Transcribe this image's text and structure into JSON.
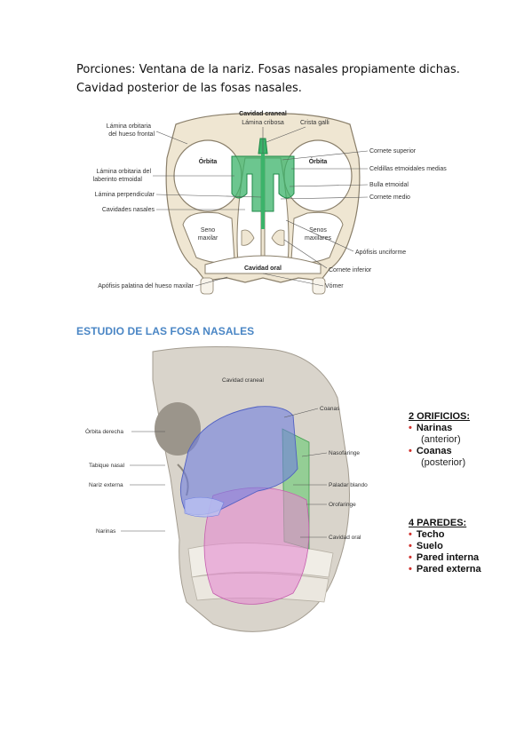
{
  "intro": {
    "text": "Porciones: Ventana de la nariz. Fosas nasales propiamente dichas. Cavidad posterior de las fosas nasales."
  },
  "figure1": {
    "labels": {
      "cavidad_craneal": "Cavidad craneal",
      "lamina_cribosa": "Lámina cribosa",
      "crista_galli": "Crista galli",
      "lamina_orbitaria_frontal_1": "Lámina orbitaria",
      "lamina_orbitaria_frontal_2": "del hueso frontal",
      "orbita_left": "Órbita",
      "orbita_right": "Órbita",
      "cornete_superior": "Cornete superior",
      "celdillas": "Celdillas etmoidales medias",
      "lamina_orbitaria_etmoidal_1": "Lámina orbitaria del",
      "lamina_orbitaria_etmoidal_2": "laberinto etmoidal",
      "bulla": "Bulla etmoidal",
      "lamina_perpendicular": "Lámina perpendicular",
      "cornete_medio": "Cornete medio",
      "cavidades_nasales": "Cavidades nasales",
      "seno_maxilar_1": "Seno",
      "seno_maxilar_2": "maxilar",
      "senos_maxilares_1": "Senos",
      "senos_maxilares_2": "maxilares",
      "apofisis_unciforme": "Apófisis unciforme",
      "cavidad_oral": "Cavidad oral",
      "cornete_inferior": "Cornete inferior",
      "apofisis_palatina": "Apófisis palatina del hueso maxilar",
      "vomer": "Vómer"
    }
  },
  "section": {
    "title": "ESTUDIO DE LAS FOSA NASALES"
  },
  "figure2": {
    "labels": {
      "cavidad_craneal": "Cavidad craneal",
      "coanas": "Coanas",
      "orbita_derecha": "Órbita derecha",
      "nasofaringe": "Nasofaringe",
      "tabique_nasal": "Tabique nasal",
      "nariz_externa": "Nariz externa",
      "paladar_blando": "Paladar blando",
      "orofaringe": "Orofaringe",
      "narinas": "Narinas",
      "cavidad_oral": "Cavidad oral"
    }
  },
  "orificios": {
    "heading": "2 ORIFICIOS:",
    "items": [
      {
        "label": "Narinas",
        "sub": "(anterior)"
      },
      {
        "label": "Coanas",
        "sub": "(posterior)"
      }
    ]
  },
  "paredes": {
    "heading": "4 PAREDES:",
    "items": [
      "Techo",
      "Suelo",
      "Pared interna",
      "Pared externa"
    ]
  },
  "colors": {
    "section_title": "#4a86c5",
    "bullet": "#d0312d",
    "bone": "#efe6d2",
    "ethmoid_green": "#3bb36a",
    "nasal_blue": "#6f7fe0",
    "pharynx_green": "#5bc86a",
    "oral_pink": "#e58ad0"
  }
}
